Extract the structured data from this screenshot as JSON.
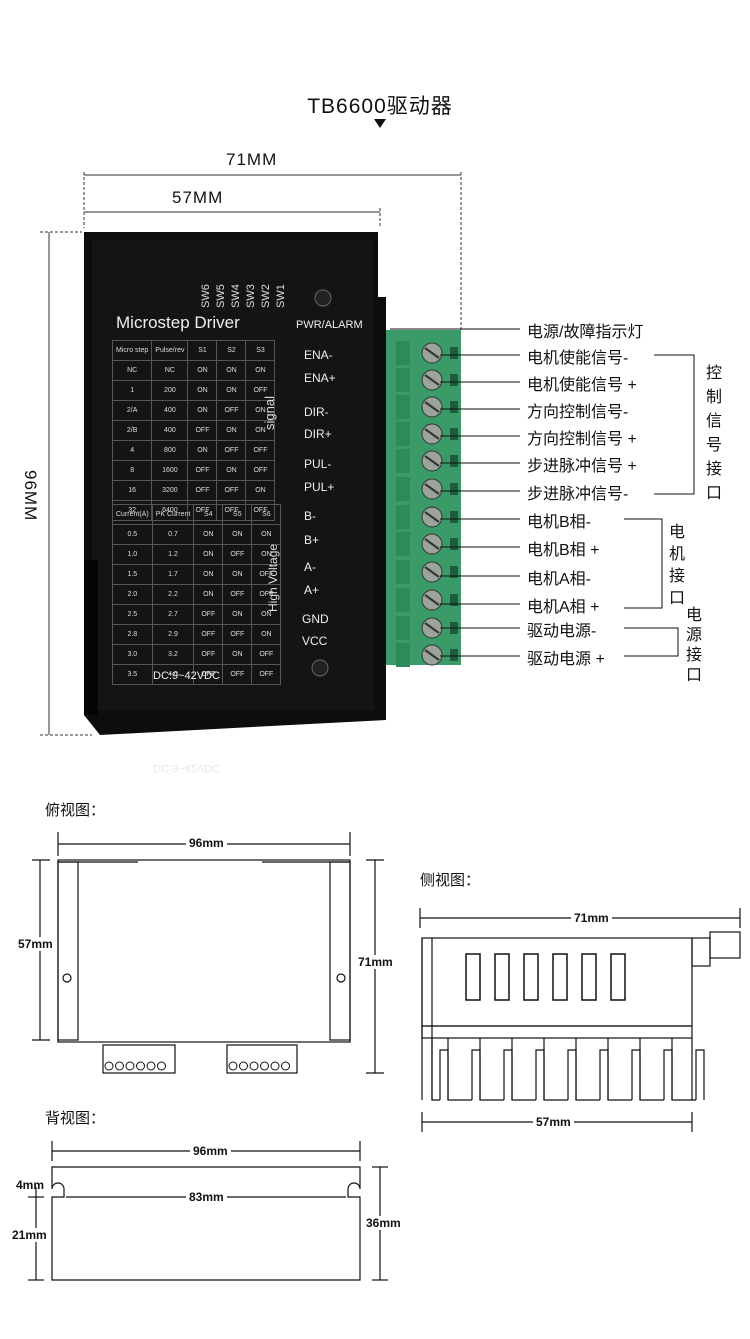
{
  "header": {
    "title": "TB6600驱动器"
  },
  "dims": {
    "width_71": "71MM",
    "width_57": "57MM",
    "height_96": "96MM"
  },
  "driver": {
    "switch_labels": [
      "SW6",
      "SW5",
      "SW4",
      "SW3",
      "SW2",
      "SW1"
    ],
    "name": "Microstep Driver",
    "pwr_alarm": "PWR/ALARM",
    "table1_header": [
      "Micro step",
      "Pulse/rev",
      "S1",
      "S2",
      "S3"
    ],
    "table1_rows": [
      [
        "NC",
        "NC",
        "ON",
        "ON",
        "ON"
      ],
      [
        "1",
        "200",
        "ON",
        "ON",
        "OFF"
      ],
      [
        "2/A",
        "400",
        "ON",
        "OFF",
        "ON"
      ],
      [
        "2/B",
        "400",
        "OFF",
        "ON",
        "ON"
      ],
      [
        "4",
        "800",
        "ON",
        "OFF",
        "OFF"
      ],
      [
        "8",
        "1600",
        "OFF",
        "ON",
        "OFF"
      ],
      [
        "16",
        "3200",
        "OFF",
        "OFF",
        "ON"
      ],
      [
        "32",
        "6400",
        "OFF",
        "OFF",
        "OFF"
      ]
    ],
    "table2_header": [
      "Current(A)",
      "PK Current",
      "S4",
      "S5",
      "S6"
    ],
    "table2_rows": [
      [
        "0.5",
        "0.7",
        "ON",
        "ON",
        "ON"
      ],
      [
        "1.0",
        "1.2",
        "ON",
        "OFF",
        "ON"
      ],
      [
        "1.5",
        "1.7",
        "ON",
        "ON",
        "OFF"
      ],
      [
        "2.0",
        "2.2",
        "ON",
        "OFF",
        "OFF"
      ],
      [
        "2.5",
        "2.7",
        "OFF",
        "ON",
        "ON"
      ],
      [
        "2.8",
        "2.9",
        "OFF",
        "OFF",
        "ON"
      ],
      [
        "3.0",
        "3.2",
        "OFF",
        "ON",
        "OFF"
      ],
      [
        "3.5",
        "4.0",
        "OFF",
        "OFF",
        "OFF"
      ]
    ],
    "signal_label": "signal",
    "hv_label": "High Voltage",
    "terminals": [
      "ENA-",
      "ENA+",
      "DIR-",
      "DIR+",
      "PUL-",
      "PUL+",
      "B-",
      "B+",
      "A-",
      "A+",
      "GND",
      "VCC"
    ],
    "dc_label": "DC:9~42VDC",
    "reflection": "DC:9~42VDC"
  },
  "callouts": {
    "items": [
      "电源/故障指示灯",
      "电机使能信号-",
      "电机使能信号 +",
      "方向控制信号-",
      "方向控制信号 +",
      "步进脉冲信号 +",
      "步进脉冲信号-",
      "电机B相-",
      "电机B相 +",
      "电机A相-",
      "电机A相 +",
      "驱动电源-",
      "驱动电源 +"
    ],
    "group_control": "控制信号接口",
    "group_motor": "电机接口",
    "group_power": "电源接口"
  },
  "top_view": {
    "title": "俯视图：",
    "dim_96": "96mm",
    "dim_57": "57mm",
    "dim_71": "71mm"
  },
  "side_view": {
    "title": "侧视图：",
    "dim_71": "71mm",
    "dim_57": "57mm"
  },
  "back_view": {
    "title": "背视图：",
    "dim_96": "96mm",
    "dim_83": "83mm",
    "dim_4": "4mm",
    "dim_21": "21mm",
    "dim_36": "36mm"
  }
}
